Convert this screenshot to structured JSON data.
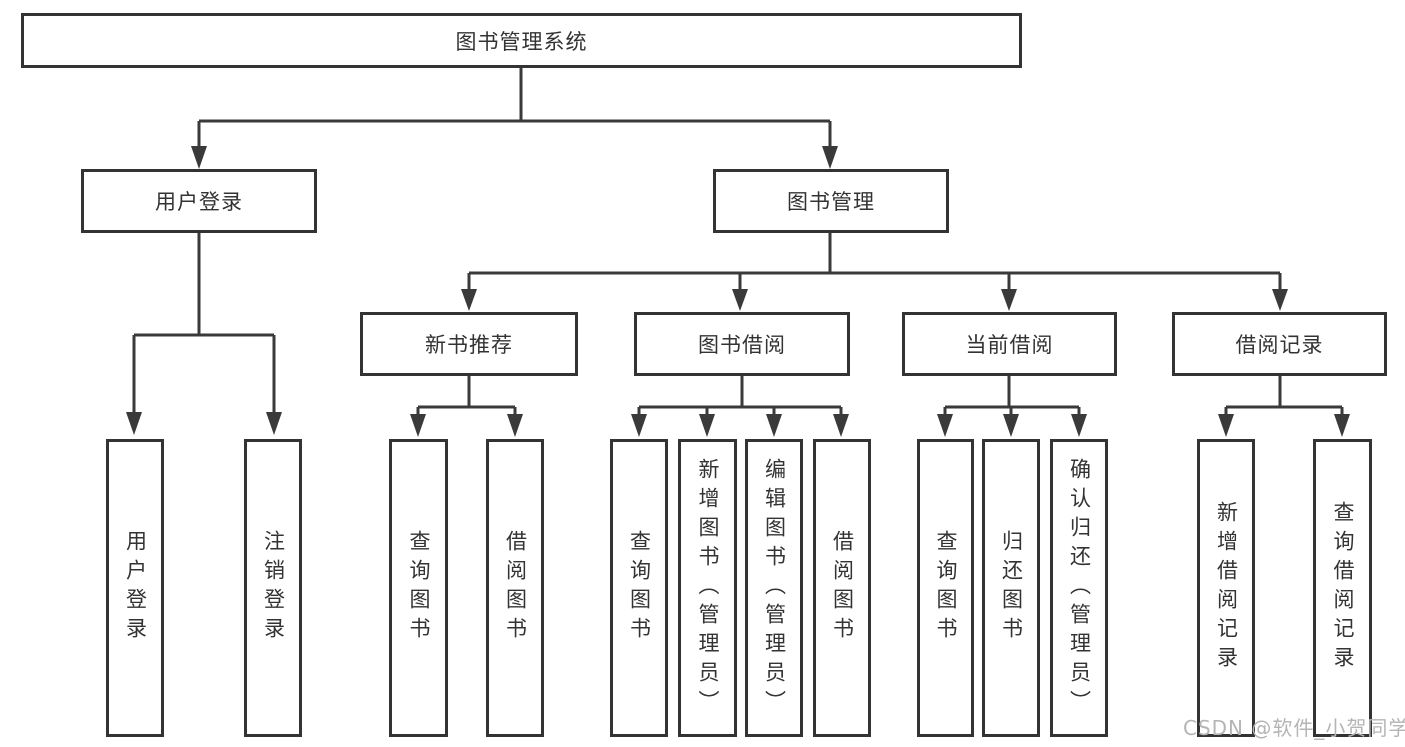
{
  "tree": {
    "root": {
      "label": "图书管理系统"
    },
    "branches": [
      {
        "label": "用户登录",
        "children": [
          {
            "label": "用户登录"
          },
          {
            "label": "注销登录"
          }
        ]
      },
      {
        "label": "图书管理",
        "children": [
          {
            "label": "新书推荐",
            "children": [
              {
                "label": "查询图书"
              },
              {
                "label": "借阅图书"
              }
            ]
          },
          {
            "label": "图书借阅",
            "children": [
              {
                "label": "查询图书"
              },
              {
                "label": "新增图书（管理员）"
              },
              {
                "label": "编辑图书（管理员）"
              },
              {
                "label": "借阅图书"
              }
            ]
          },
          {
            "label": "当前借阅",
            "children": [
              {
                "label": "查询图书"
              },
              {
                "label": "归还图书"
              },
              {
                "label": "确认归还（管理员）"
              }
            ]
          },
          {
            "label": "借阅记录",
            "children": [
              {
                "label": "新增借阅记录"
              },
              {
                "label": "查询借阅记录"
              }
            ]
          }
        ]
      }
    ]
  },
  "watermark": "CSDN @软件_小贺同学",
  "colors": {
    "line": "#3a3a3a",
    "border": "#333333",
    "text": "#333333",
    "watermark": "#b5b5b5"
  }
}
